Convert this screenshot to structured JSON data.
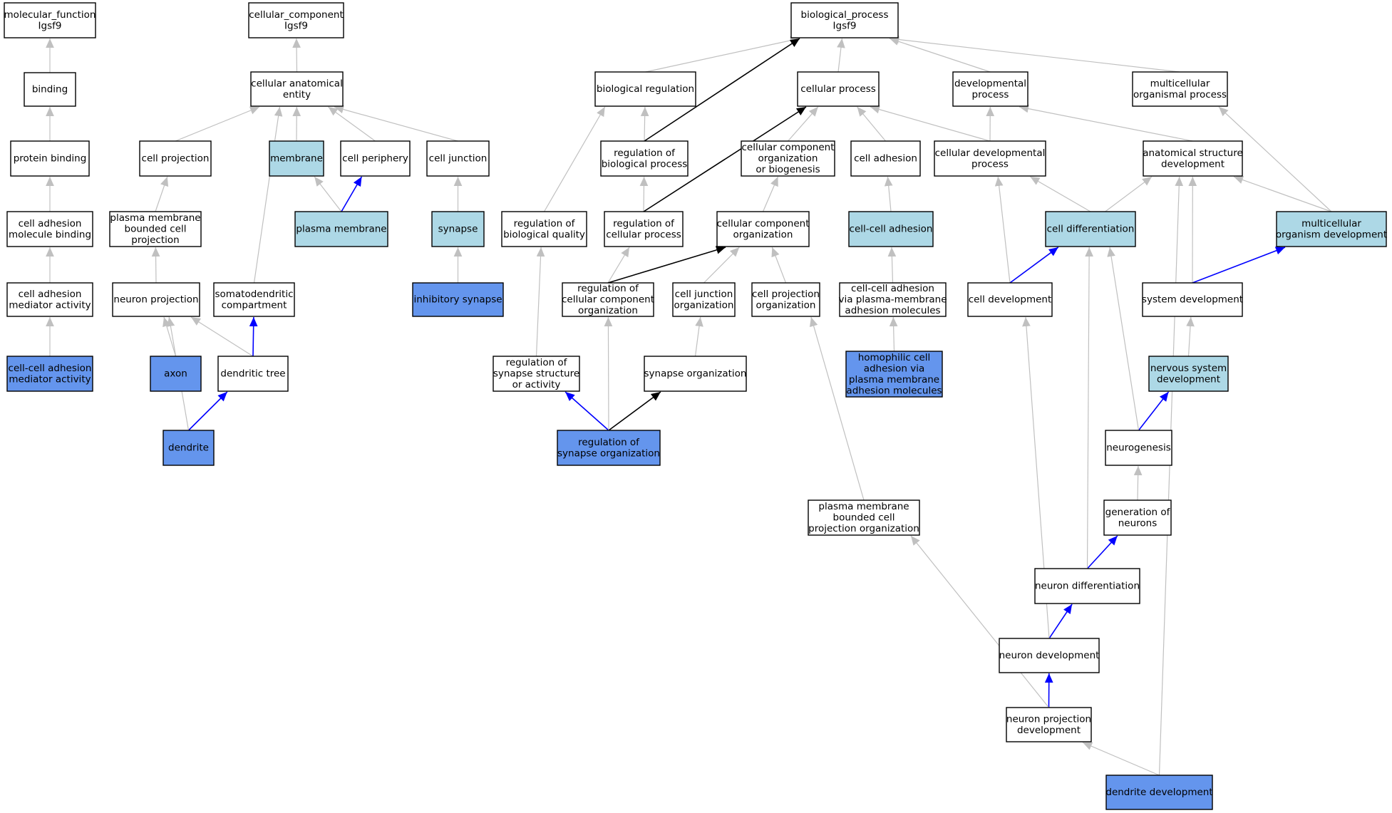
{
  "colors": {
    "white": "#ffffff",
    "light": "#add8e6",
    "dark": "#6495ed",
    "edge_gray": "#c0c0c0",
    "edge_blue": "#0000ff",
    "edge_black": "#000000"
  },
  "nodes": [
    {
      "id": "mf_root",
      "lines": [
        "molecular_function",
        "Igsf9"
      ],
      "fill": "white"
    },
    {
      "id": "cc_root",
      "lines": [
        "cellular_component",
        "Igsf9"
      ],
      "fill": "white"
    },
    {
      "id": "bp_root",
      "lines": [
        "biological_process",
        "Igsf9"
      ],
      "fill": "white"
    },
    {
      "id": "binding",
      "lines": [
        "binding"
      ],
      "fill": "white"
    },
    {
      "id": "protein_binding",
      "lines": [
        "protein binding"
      ],
      "fill": "white"
    },
    {
      "id": "cam_binding",
      "lines": [
        "cell adhesion",
        "molecule binding"
      ],
      "fill": "white"
    },
    {
      "id": "cam_activity",
      "lines": [
        "cell adhesion",
        "mediator activity"
      ],
      "fill": "white"
    },
    {
      "id": "cc_adh_mediator",
      "lines": [
        "cell-cell adhesion",
        "mediator activity"
      ],
      "fill": "dark"
    },
    {
      "id": "cae",
      "lines": [
        "cellular anatomical",
        "entity"
      ],
      "fill": "white"
    },
    {
      "id": "cell_projection",
      "lines": [
        "cell projection"
      ],
      "fill": "white"
    },
    {
      "id": "membrane",
      "lines": [
        "membrane"
      ],
      "fill": "light"
    },
    {
      "id": "cell_periphery",
      "lines": [
        "cell periphery"
      ],
      "fill": "white"
    },
    {
      "id": "cell_junction",
      "lines": [
        "cell junction"
      ],
      "fill": "white"
    },
    {
      "id": "pmbcp",
      "lines": [
        "plasma membrane",
        "bounded cell",
        "projection"
      ],
      "fill": "white"
    },
    {
      "id": "plasma_membrane",
      "lines": [
        "plasma membrane"
      ],
      "fill": "light"
    },
    {
      "id": "synapse",
      "lines": [
        "synapse"
      ],
      "fill": "light"
    },
    {
      "id": "neuron_projection",
      "lines": [
        "neuron projection"
      ],
      "fill": "white"
    },
    {
      "id": "somatodendritic",
      "lines": [
        "somatodendritic",
        "compartment"
      ],
      "fill": "white"
    },
    {
      "id": "inhibitory_synapse",
      "lines": [
        "inhibitory synapse"
      ],
      "fill": "dark"
    },
    {
      "id": "axon",
      "lines": [
        "axon"
      ],
      "fill": "dark"
    },
    {
      "id": "dendritic_tree",
      "lines": [
        "dendritic tree"
      ],
      "fill": "white"
    },
    {
      "id": "dendrite",
      "lines": [
        "dendrite"
      ],
      "fill": "dark"
    },
    {
      "id": "bio_reg",
      "lines": [
        "biological regulation"
      ],
      "fill": "white"
    },
    {
      "id": "cellular_process",
      "lines": [
        "cellular process"
      ],
      "fill": "white"
    },
    {
      "id": "dev_process",
      "lines": [
        "developmental",
        "process"
      ],
      "fill": "white"
    },
    {
      "id": "mc_org_process",
      "lines": [
        "multicellular",
        "organismal process"
      ],
      "fill": "white"
    },
    {
      "id": "reg_bio_process",
      "lines": [
        "regulation of",
        "biological process"
      ],
      "fill": "white"
    },
    {
      "id": "ccob",
      "lines": [
        "cellular component",
        "organization",
        "or biogenesis"
      ],
      "fill": "white"
    },
    {
      "id": "cell_adhesion",
      "lines": [
        "cell adhesion"
      ],
      "fill": "white"
    },
    {
      "id": "cell_dev_process",
      "lines": [
        "cellular developmental",
        "process"
      ],
      "fill": "white"
    },
    {
      "id": "asd",
      "lines": [
        "anatomical structure",
        "development"
      ],
      "fill": "white"
    },
    {
      "id": "reg_bio_quality",
      "lines": [
        "regulation of",
        "biological quality"
      ],
      "fill": "white"
    },
    {
      "id": "reg_cell_process",
      "lines": [
        "regulation of",
        "cellular process"
      ],
      "fill": "white"
    },
    {
      "id": "cco",
      "lines": [
        "cellular component",
        "organization"
      ],
      "fill": "white"
    },
    {
      "id": "cc_adhesion",
      "lines": [
        "cell-cell adhesion"
      ],
      "fill": "light"
    },
    {
      "id": "cell_diff",
      "lines": [
        "cell differentiation"
      ],
      "fill": "light"
    },
    {
      "id": "mc_org_dev",
      "lines": [
        "multicellular",
        "organism development"
      ],
      "fill": "light"
    },
    {
      "id": "reg_cco",
      "lines": [
        "regulation of",
        "cellular component",
        "organization"
      ],
      "fill": "white"
    },
    {
      "id": "cj_org",
      "lines": [
        "cell junction",
        "organization"
      ],
      "fill": "white"
    },
    {
      "id": "cp_org",
      "lines": [
        "cell projection",
        "organization"
      ],
      "fill": "white"
    },
    {
      "id": "cc_adh_pm",
      "lines": [
        "cell-cell adhesion",
        "via plasma-membrane",
        "adhesion molecules"
      ],
      "fill": "white"
    },
    {
      "id": "cell_dev",
      "lines": [
        "cell development"
      ],
      "fill": "white"
    },
    {
      "id": "system_dev",
      "lines": [
        "system development"
      ],
      "fill": "white"
    },
    {
      "id": "reg_syn_struct",
      "lines": [
        "regulation of",
        "synapse structure",
        "or activity"
      ],
      "fill": "white"
    },
    {
      "id": "synapse_org",
      "lines": [
        "synapse organization"
      ],
      "fill": "white"
    },
    {
      "id": "homophilic",
      "lines": [
        "homophilic cell",
        "adhesion via",
        "plasma membrane",
        "adhesion molecules"
      ],
      "fill": "dark"
    },
    {
      "id": "nsd",
      "lines": [
        "nervous system",
        "development"
      ],
      "fill": "light"
    },
    {
      "id": "reg_syn_org",
      "lines": [
        "regulation of",
        "synapse organization"
      ],
      "fill": "dark"
    },
    {
      "id": "neurogenesis",
      "lines": [
        "neurogenesis"
      ],
      "fill": "white"
    },
    {
      "id": "pmbcpo",
      "lines": [
        "plasma membrane",
        "bounded cell",
        "projection organization"
      ],
      "fill": "white"
    },
    {
      "id": "gen_neurons",
      "lines": [
        "generation of",
        "neurons"
      ],
      "fill": "white"
    },
    {
      "id": "neuron_diff",
      "lines": [
        "neuron differentiation"
      ],
      "fill": "white"
    },
    {
      "id": "neuron_dev",
      "lines": [
        "neuron development"
      ],
      "fill": "white"
    },
    {
      "id": "npd",
      "lines": [
        "neuron projection",
        "development"
      ],
      "fill": "white"
    },
    {
      "id": "dendrite_dev",
      "lines": [
        "dendrite development"
      ],
      "fill": "dark"
    }
  ],
  "edges": [
    {
      "from": "binding",
      "to": "mf_root",
      "color": "edge_gray"
    },
    {
      "from": "protein_binding",
      "to": "binding",
      "color": "edge_gray"
    },
    {
      "from": "cam_binding",
      "to": "protein_binding",
      "color": "edge_gray"
    },
    {
      "from": "cam_activity",
      "to": "cam_binding",
      "color": "edge_gray"
    },
    {
      "from": "cc_adh_mediator",
      "to": "cam_activity",
      "color": "edge_gray"
    },
    {
      "from": "cae",
      "to": "cc_root",
      "color": "edge_gray"
    },
    {
      "from": "cell_projection",
      "to": "cae",
      "color": "edge_gray"
    },
    {
      "from": "membrane",
      "to": "cae",
      "color": "edge_gray"
    },
    {
      "from": "cell_periphery",
      "to": "cae",
      "color": "edge_gray"
    },
    {
      "from": "cell_junction",
      "to": "cae",
      "color": "edge_gray"
    },
    {
      "from": "somatodendritic",
      "to": "cae",
      "color": "edge_gray"
    },
    {
      "from": "pmbcp",
      "to": "cell_projection",
      "color": "edge_gray"
    },
    {
      "from": "plasma_membrane",
      "to": "membrane",
      "color": "edge_gray"
    },
    {
      "from": "plasma_membrane",
      "to": "cell_periphery",
      "color": "edge_blue"
    },
    {
      "from": "synapse",
      "to": "cell_junction",
      "color": "edge_gray"
    },
    {
      "from": "neuron_projection",
      "to": "pmbcp",
      "color": "edge_gray"
    },
    {
      "from": "inhibitory_synapse",
      "to": "synapse",
      "color": "edge_gray"
    },
    {
      "from": "axon",
      "to": "neuron_projection",
      "color": "edge_gray"
    },
    {
      "from": "dendritic_tree",
      "to": "neuron_projection",
      "color": "edge_gray"
    },
    {
      "from": "dendritic_tree",
      "to": "somatodendritic",
      "color": "edge_blue"
    },
    {
      "from": "dendrite",
      "to": "dendritic_tree",
      "color": "edge_blue"
    },
    {
      "from": "dendrite",
      "to": "neuron_projection",
      "color": "edge_gray"
    },
    {
      "from": "bio_reg",
      "to": "bp_root",
      "color": "edge_gray"
    },
    {
      "from": "cellular_process",
      "to": "bp_root",
      "color": "edge_gray"
    },
    {
      "from": "dev_process",
      "to": "bp_root",
      "color": "edge_gray"
    },
    {
      "from": "mc_org_process",
      "to": "bp_root",
      "color": "edge_gray"
    },
    {
      "from": "reg_bio_process",
      "to": "bio_reg",
      "color": "edge_gray"
    },
    {
      "from": "reg_bio_process",
      "to": "bp_root",
      "color": "edge_black"
    },
    {
      "from": "reg_bio_quality",
      "to": "bio_reg",
      "color": "edge_gray"
    },
    {
      "from": "reg_cell_process",
      "to": "reg_bio_process",
      "color": "edge_gray"
    },
    {
      "from": "reg_cell_process",
      "to": "cellular_process",
      "color": "edge_black"
    },
    {
      "from": "ccob",
      "to": "cellular_process",
      "color": "edge_gray"
    },
    {
      "from": "cell_adhesion",
      "to": "cellular_process",
      "color": "edge_gray"
    },
    {
      "from": "cell_dev_process",
      "to": "cellular_process",
      "color": "edge_gray"
    },
    {
      "from": "cell_dev_process",
      "to": "dev_process",
      "color": "edge_gray"
    },
    {
      "from": "asd",
      "to": "dev_process",
      "color": "edge_gray"
    },
    {
      "from": "cco",
      "to": "ccob",
      "color": "edge_gray"
    },
    {
      "from": "cc_adhesion",
      "to": "cell_adhesion",
      "color": "edge_gray"
    },
    {
      "from": "cell_diff",
      "to": "cell_dev_process",
      "color": "edge_gray"
    },
    {
      "from": "mc_org_dev",
      "to": "asd",
      "color": "edge_gray"
    },
    {
      "from": "mc_org_dev",
      "to": "mc_org_process",
      "color": "edge_gray"
    },
    {
      "from": "reg_cco",
      "to": "reg_cell_process",
      "color": "edge_gray"
    },
    {
      "from": "reg_cco",
      "to": "cco",
      "color": "edge_black"
    },
    {
      "from": "cj_org",
      "to": "cco",
      "color": "edge_gray"
    },
    {
      "from": "cp_org",
      "to": "cco",
      "color": "edge_gray"
    },
    {
      "from": "cc_adh_pm",
      "to": "cc_adhesion",
      "color": "edge_gray"
    },
    {
      "from": "cell_dev",
      "to": "cell_dev_process",
      "color": "edge_gray"
    },
    {
      "from": "cell_dev",
      "to": "asd",
      "color": "edge_gray"
    },
    {
      "from": "cell_dev",
      "to": "cell_diff",
      "color": "edge_blue"
    },
    {
      "from": "system_dev",
      "to": "asd",
      "color": "edge_gray"
    },
    {
      "from": "system_dev",
      "to": "mc_org_dev",
      "color": "edge_blue"
    },
    {
      "from": "reg_syn_struct",
      "to": "reg_bio_quality",
      "color": "edge_gray"
    },
    {
      "from": "synapse_org",
      "to": "cj_org",
      "color": "edge_gray"
    },
    {
      "from": "homophilic",
      "to": "cc_adh_pm",
      "color": "edge_gray"
    },
    {
      "from": "nsd",
      "to": "system_dev",
      "color": "edge_gray"
    },
    {
      "from": "reg_syn_org",
      "to": "reg_syn_struct",
      "color": "edge_blue"
    },
    {
      "from": "reg_syn_org",
      "to": "synapse_org",
      "color": "edge_black"
    },
    {
      "from": "reg_syn_org",
      "to": "reg_cco",
      "color": "edge_gray"
    },
    {
      "from": "neurogenesis",
      "to": "nsd",
      "color": "edge_blue"
    },
    {
      "from": "neurogenesis",
      "to": "cell_diff",
      "color": "edge_gray"
    },
    {
      "from": "pmbcpo",
      "to": "cp_org",
      "color": "edge_gray"
    },
    {
      "from": "gen_neurons",
      "to": "neurogenesis",
      "color": "edge_gray"
    },
    {
      "from": "neuron_diff",
      "to": "gen_neurons",
      "color": "edge_blue"
    },
    {
      "from": "neuron_diff",
      "to": "cell_diff",
      "color": "edge_gray"
    },
    {
      "from": "neuron_dev",
      "to": "neuron_diff",
      "color": "edge_blue"
    },
    {
      "from": "neuron_dev",
      "to": "cell_dev",
      "color": "edge_gray"
    },
    {
      "from": "npd",
      "to": "neuron_dev",
      "color": "edge_blue"
    },
    {
      "from": "npd",
      "to": "pmbcpo",
      "color": "edge_gray"
    },
    {
      "from": "dendrite_dev",
      "to": "npd",
      "color": "edge_gray"
    },
    {
      "from": "dendrite_dev",
      "to": "asd",
      "color": "edge_gray"
    }
  ]
}
